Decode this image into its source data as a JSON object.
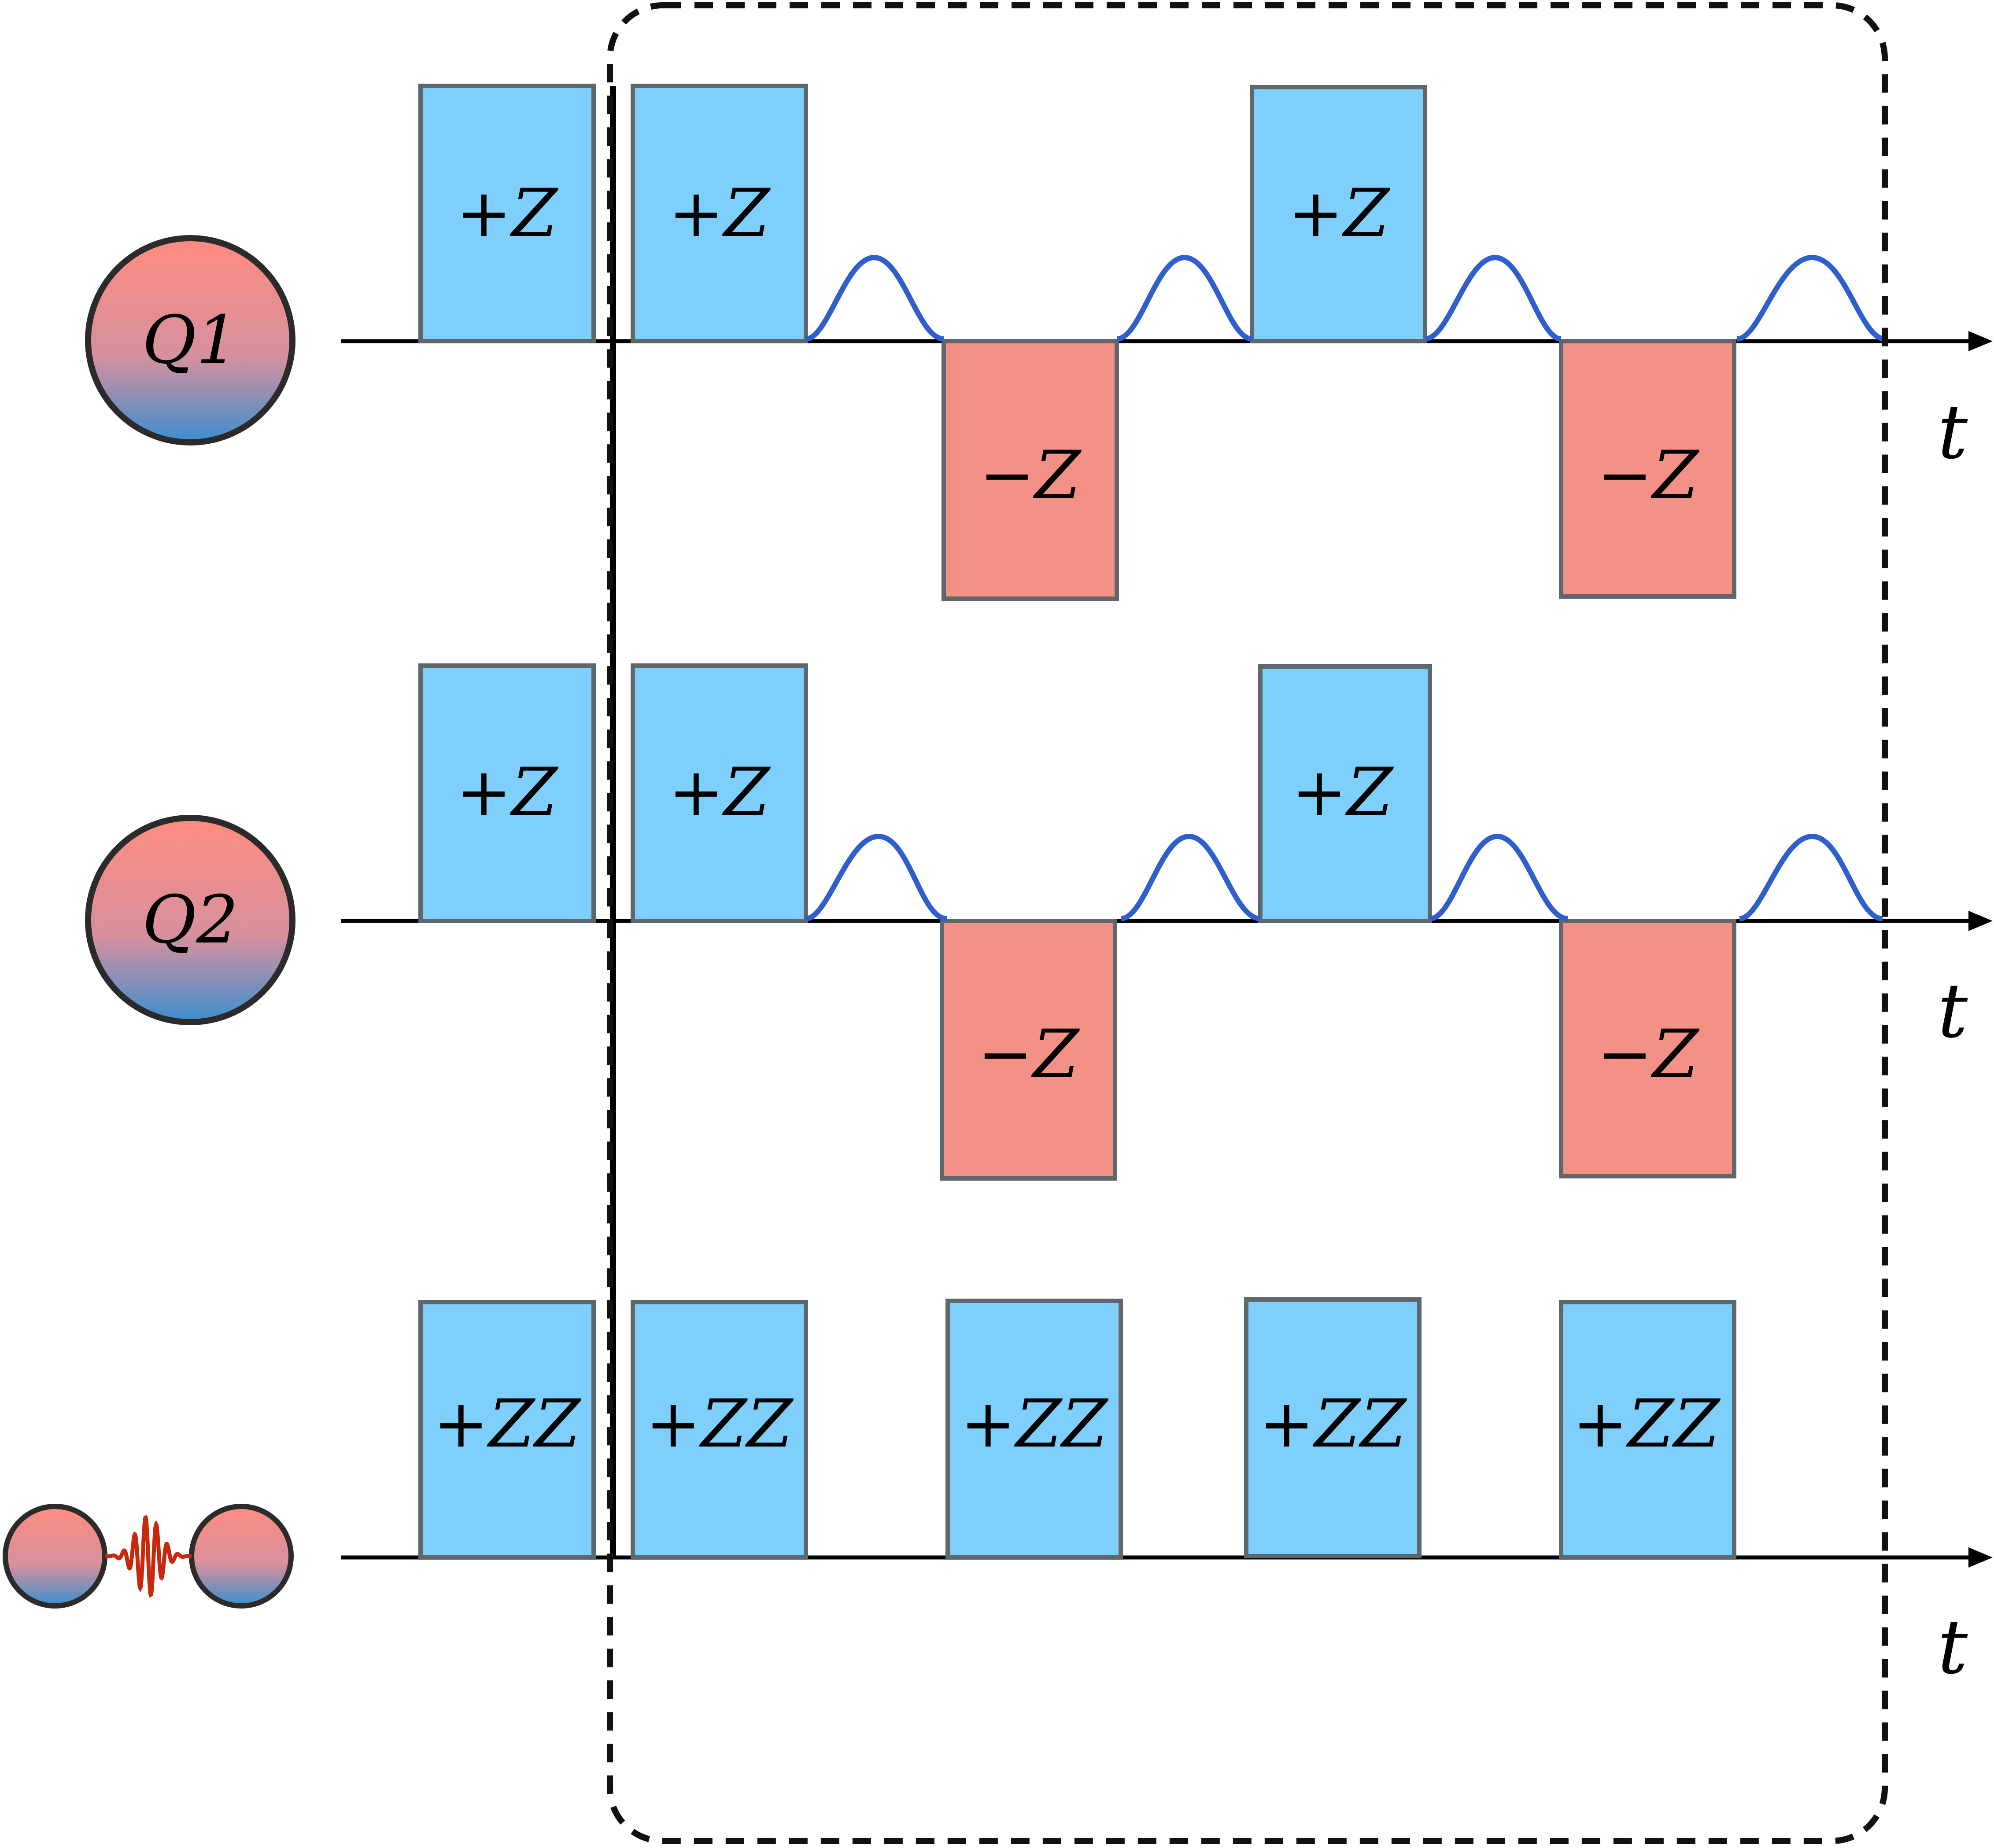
{
  "colors": {
    "positive_fill": "#7fcffc",
    "negative_fill": "#f49186",
    "box_stroke": "#5d676c",
    "gaussian": "#2f5fcc",
    "axis": "#000000",
    "frame": "#111111",
    "qubit_top": "#ff8c80",
    "qubit_bottom": "#3b8fd0",
    "coupler_wave": "#c8290d",
    "outline": "#2b2b2b"
  },
  "rows": [
    {
      "qubit_label": "Q1",
      "axis_label": "t",
      "pulses": [
        {
          "sign": "positive",
          "label": "+Z"
        },
        {
          "sign": "positive",
          "label": "+Z"
        },
        {
          "sign": "negative",
          "label": "−Z"
        },
        {
          "sign": "positive",
          "label": "+Z"
        },
        {
          "sign": "negative",
          "label": "−Z"
        }
      ],
      "gaussian_icon": "gaussian-pulse-icon"
    },
    {
      "qubit_label": "Q2",
      "axis_label": "t",
      "pulses": [
        {
          "sign": "positive",
          "label": "+Z"
        },
        {
          "sign": "positive",
          "label": "+Z"
        },
        {
          "sign": "negative",
          "label": "−Z"
        },
        {
          "sign": "positive",
          "label": "+Z"
        },
        {
          "sign": "negative",
          "label": "−Z"
        }
      ],
      "gaussian_icon": "gaussian-pulse-icon"
    },
    {
      "qubit_label": "",
      "icon": "coupled-qubits-icon",
      "axis_label": "t",
      "pulses": [
        {
          "sign": "positive",
          "label": "+ZZ"
        },
        {
          "sign": "positive",
          "label": "+ZZ"
        },
        {
          "sign": "positive",
          "label": "+ZZ"
        },
        {
          "sign": "positive",
          "label": "+ZZ"
        },
        {
          "sign": "positive",
          "label": "+ZZ"
        }
      ]
    }
  ]
}
